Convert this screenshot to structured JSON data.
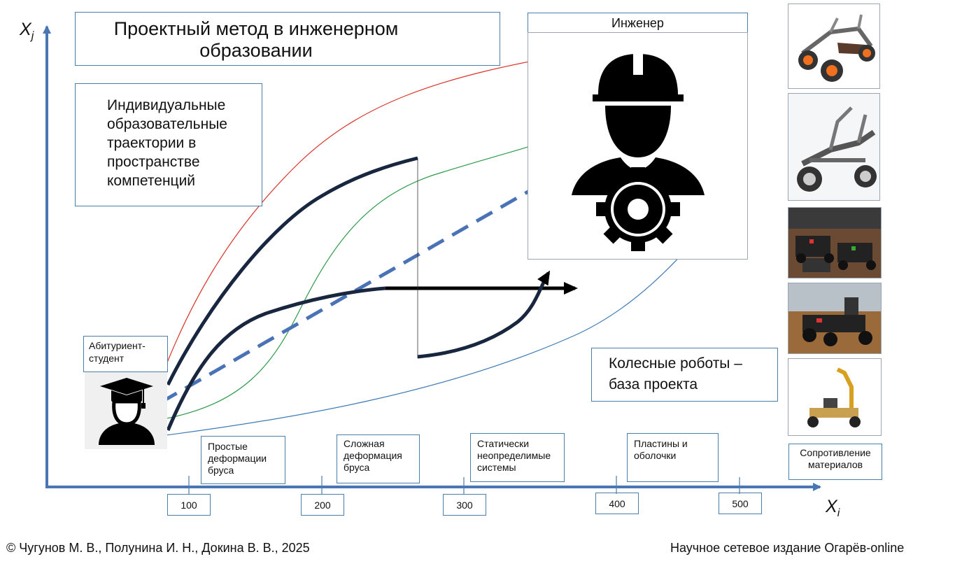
{
  "title": "Проектный метод в инженерном образовании",
  "trajectories_text": "Индивидуальные образовательные траектории в пространстве компетенций",
  "engineer_label": "Инженер",
  "robots_text": "Колесные роботы – база проекта",
  "applicant_label": "Абитуриент-студент",
  "axes": {
    "x_label": "X",
    "x_sub": "i",
    "y_label": "X",
    "y_sub": "j"
  },
  "ticks": [
    "100",
    "200",
    "300",
    "400",
    "500"
  ],
  "stages": [
    "Простые деформации бруса",
    "Сложная деформация бруса",
    "Статически неопределимые системы",
    "Пластины и оболочки",
    "Сопротивление материалов"
  ],
  "footer": {
    "left": "© Чугунов М. В., Полунина И. Н., Докина В. В., 2025",
    "right": "Научное сетевое издание Огарёв-online"
  },
  "colors": {
    "axis": "#4a76b5",
    "red_curve": "#d9352b",
    "green_curve": "#2e9a4a",
    "blue_curve": "#3a78b5",
    "dark_curve": "#18263f",
    "dashed": "#4a72b6"
  },
  "icons": [
    "graduate-icon",
    "engineer-icon",
    "gear-icon"
  ]
}
